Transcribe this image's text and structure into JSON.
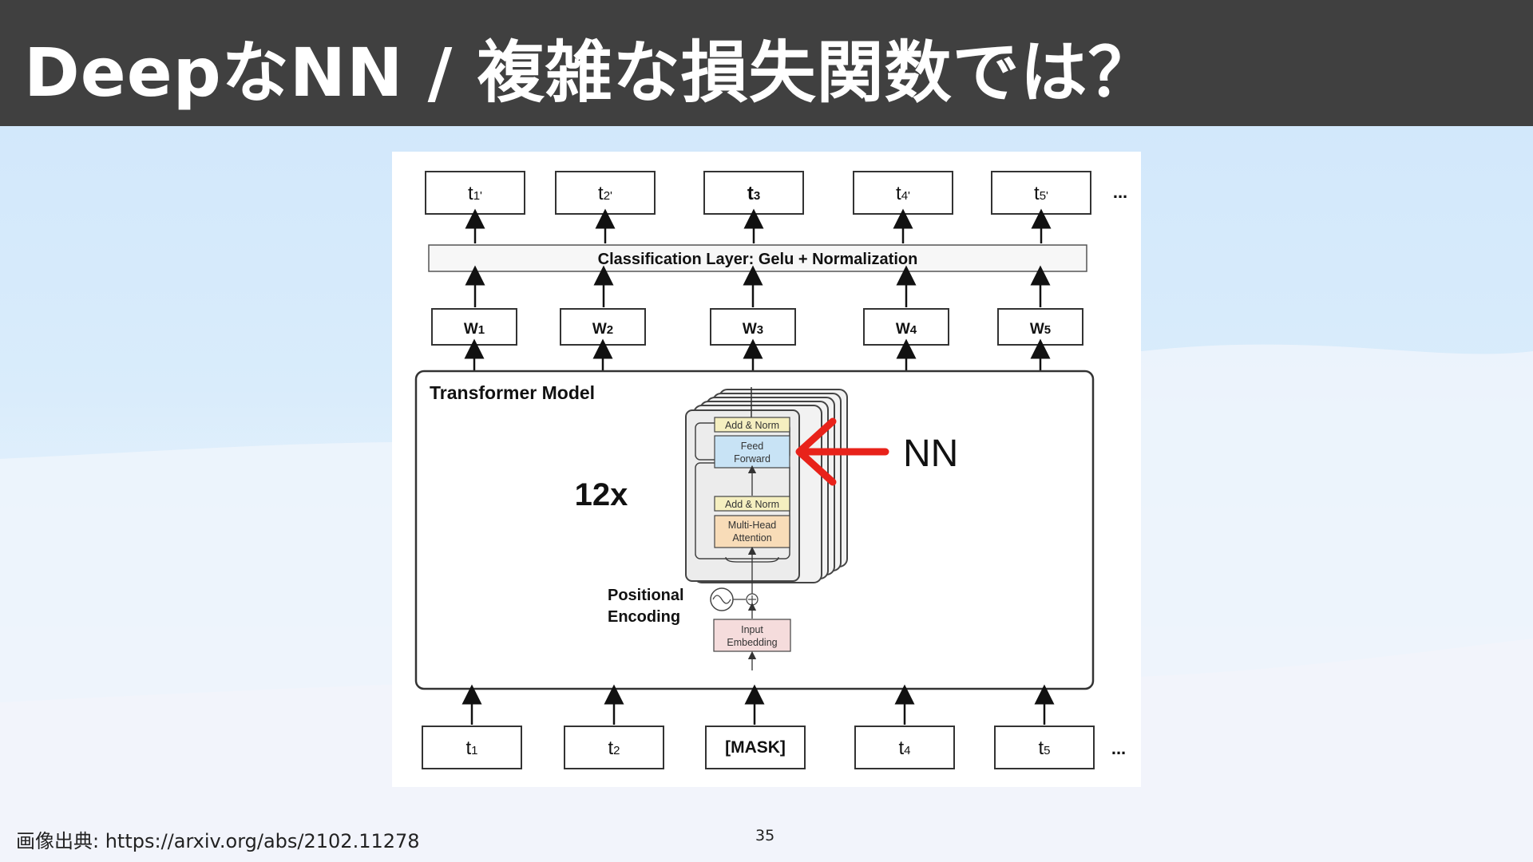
{
  "slide": {
    "title": "DeepなNN / 複雑な損失関数では？",
    "source": "画像出典: https://arxiv.org/abs/2102.11278",
    "page_number": "35"
  },
  "diagram": {
    "outputs": [
      {
        "base": "t",
        "sub": "1'"
      },
      {
        "base": "t",
        "sub": "2'"
      },
      {
        "base": "t",
        "sub": "3"
      },
      {
        "base": "t",
        "sub": "4'"
      },
      {
        "base": "t",
        "sub": "5'"
      }
    ],
    "classification_layer": "Classification Layer: Gelu + Normalization",
    "weights": [
      {
        "base": "W",
        "sub": "1"
      },
      {
        "base": "W",
        "sub": "2"
      },
      {
        "base": "W",
        "sub": "3"
      },
      {
        "base": "W",
        "sub": "4"
      },
      {
        "base": "W",
        "sub": "5"
      }
    ],
    "transformer_title": "Transformer Model",
    "repeat_label": "12x",
    "block": {
      "add_norm_top": "Add & Norm",
      "feed_forward_1": "Feed",
      "feed_forward_2": "Forward",
      "add_norm_bottom": "Add & Norm",
      "mha_1": "Multi-Head",
      "mha_2": "Attention"
    },
    "positional_1": "Positional",
    "positional_2": "Encoding",
    "input_embedding_1": "Input",
    "input_embedding_2": "Embedding",
    "inputs": [
      {
        "base": "t",
        "sub": "1"
      },
      {
        "base": "t",
        "sub": "2"
      },
      {
        "base": "[MASK]",
        "sub": ""
      },
      {
        "base": "t",
        "sub": "4"
      },
      {
        "base": "t",
        "sub": "5"
      }
    ],
    "ellipsis": "...",
    "annotation": "NN",
    "annotation_color": "#e8221a"
  }
}
